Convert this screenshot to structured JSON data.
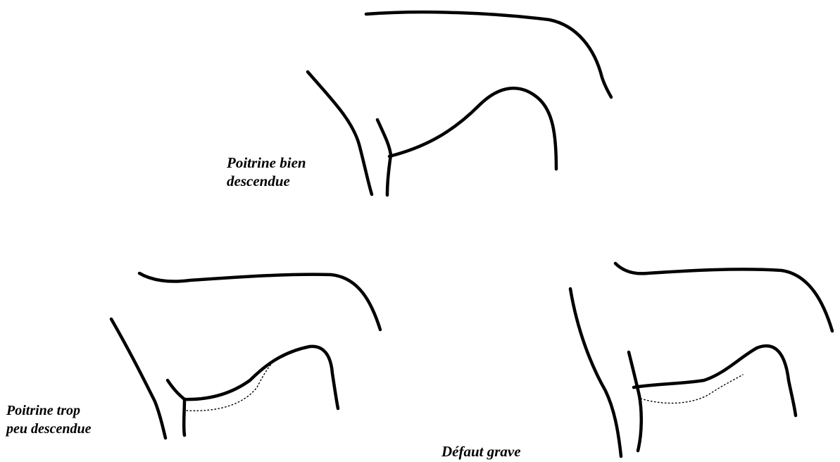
{
  "figures": [
    {
      "id": "good",
      "caption_lines": [
        "Poitrine bien",
        "descendue"
      ],
      "shows_dotted_reference": false
    },
    {
      "id": "shallow",
      "caption_lines": [
        "Poitrine trop",
        "peu descendue"
      ],
      "shows_dotted_reference": true
    },
    {
      "id": "grave",
      "caption_lines": [
        "Défaut grave"
      ],
      "shows_dotted_reference": true
    }
  ],
  "colors": {
    "line": "#000000",
    "background": "#ffffff"
  }
}
